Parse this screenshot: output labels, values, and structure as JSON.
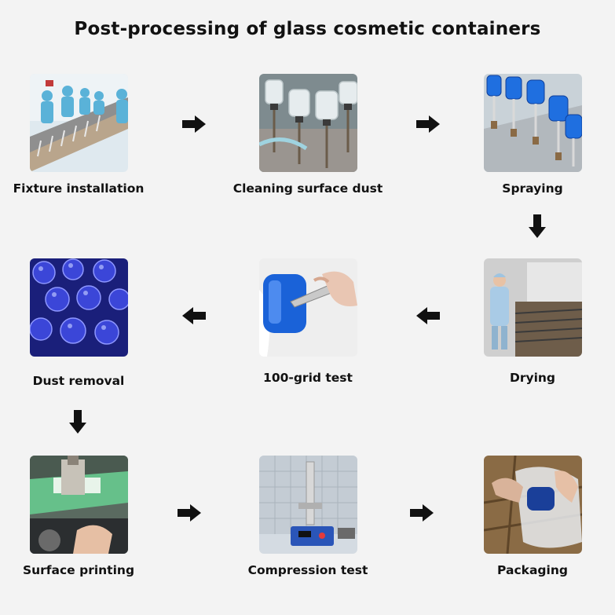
{
  "title": "Post-processing of glass cosmetic containers",
  "steps": [
    {
      "label": "Fixture installation"
    },
    {
      "label": "Cleaning surface dust"
    },
    {
      "label": "Spraying"
    },
    {
      "label": "Drying"
    },
    {
      "label": "100-grid test"
    },
    {
      "label": "Dust removal"
    },
    {
      "label": "Surface printing"
    },
    {
      "label": "Compression test"
    },
    {
      "label": "Packaging"
    }
  ],
  "colors": {
    "background": "#f3f3f3",
    "arrow": "#111111",
    "glass_blue": "#1f5fd6"
  }
}
